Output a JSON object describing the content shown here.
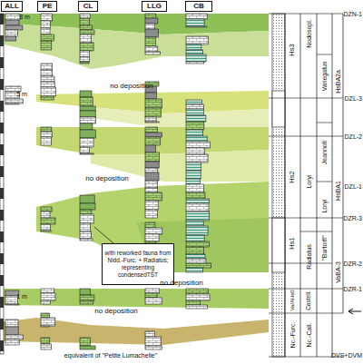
{
  "diagram": {
    "nodes": [
      {
        "text": [
          "ALL"
        ]
      },
      {
        "text": [
          "PE"
        ]
      },
      {
        "text": [
          "CL"
        ]
      },
      {
        "text": [
          "LLG"
        ]
      },
      {
        "text": [
          "CB"
        ]
      },
      {
        "text": [
          "with reworked fauna from Nidd.-Furc. + Radiatus; representing condensedTST"
        ]
      }
    ],
    "labels": [
      "8 m",
      "5 m",
      "1 m",
      "no deposition",
      "no deposition",
      "no deposition",
      "no deposition",
      "equivalent of \"Petite Lumachelle\"",
      "Hs3",
      "Hs2",
      "Hs1",
      "Va/AHs0",
      "Nc.-Furc.",
      "Nodosopl.",
      "Variegatus",
      "Jeannoti",
      "Loryi",
      "Loryi",
      "Radiatus",
      "\"Burtorfi\"",
      "Castell.",
      "Nc.-Call.",
      "HsBA2a",
      "HsBA1",
      "VaBA-3",
      "DZN-1",
      "DZL-3",
      "DZL-2",
      "DZL-1",
      "DZR-3",
      "DZR-2",
      "DZR-1",
      "DVS+DVM"
    ]
  }
}
